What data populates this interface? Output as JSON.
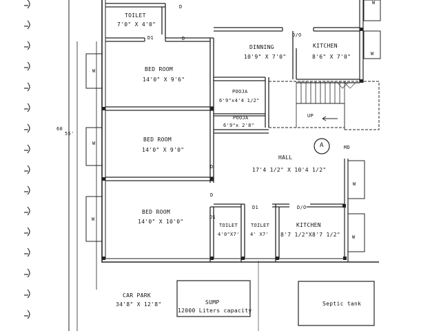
{
  "rooms": {
    "toilet_top": {
      "name": "TOILET",
      "size": "7'0\" X 4'0\""
    },
    "bedroom1": {
      "name": "BED ROOM",
      "size": "14'0\" X 9'6\""
    },
    "bedroom2": {
      "name": "BED ROOM",
      "size": "14'0\" X 9'0\""
    },
    "bedroom3": {
      "name": "BED ROOM",
      "size": "14'0\" X 10'0\""
    },
    "dinning": {
      "name": "DINNING",
      "size": "10'9\" X 7'0\""
    },
    "kitchen_top": {
      "name": "KITCHEN",
      "size": "8'6\" X 7'0\""
    },
    "pooja1": {
      "name": "POOJA",
      "size": "6'9\"x4'4 1/2\""
    },
    "pooja2": {
      "name": "POOJA",
      "size": "6'9\"x 2'8\""
    },
    "hall": {
      "name": "HALL",
      "size": "17'4 1/2\" X 10'4 1/2\""
    },
    "toilet_b1": {
      "name": "TOILET",
      "size": "4'0\"X7'"
    },
    "toilet_b2": {
      "name": "TOILET",
      "size": "4' X7'"
    },
    "kitchen_bottom": {
      "name": "KITCHEN",
      "size": "8'7 1/2\"X8'7 1/2\""
    },
    "car_park": {
      "name": "CAR PARK",
      "size": "34'8\" X 12'8\""
    },
    "sump": {
      "name": "SUMP",
      "size": "12000 Liters capacity"
    },
    "septic": {
      "name": "Septic tank"
    }
  },
  "tags": {
    "d": "D",
    "d1": "D1",
    "do": "D/O",
    "w": "W",
    "up": "UP",
    "md": "MD",
    "circle": "A",
    "dim": "60",
    "dim2": "55'"
  }
}
